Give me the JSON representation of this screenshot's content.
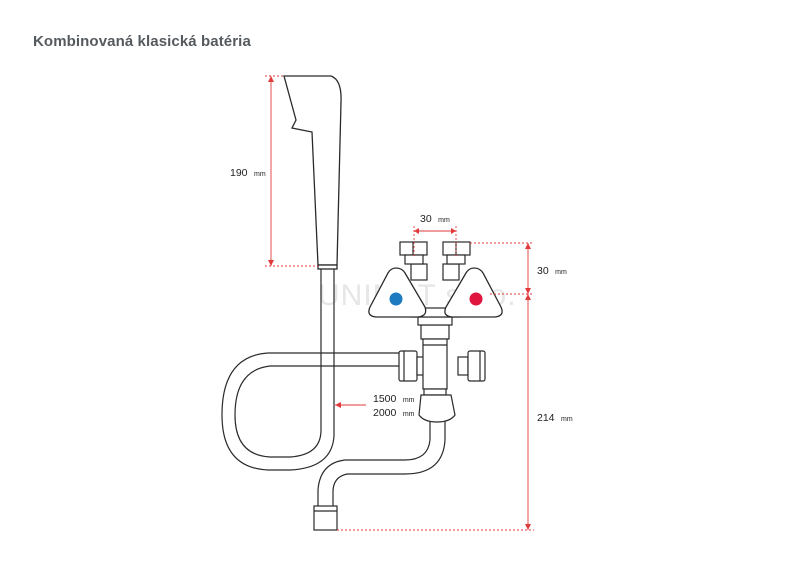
{
  "title": "Kombinovaná klasická batéria",
  "watermark": "UNIMAT s.r.o.",
  "colors": {
    "dimension": "#e23a3a",
    "cold": "#1e7bc0",
    "hot": "#e0163f",
    "line": "#2a2a2a"
  },
  "dimensions": {
    "handset_height": {
      "value": "190",
      "unit": "mm"
    },
    "connector_spacing": {
      "value": "30",
      "unit": "mm"
    },
    "connector_height": {
      "value": "30",
      "unit": "mm"
    },
    "hose_length_1": {
      "value": "1500",
      "unit": "mm"
    },
    "hose_length_2": {
      "value": "2000",
      "unit": "mm"
    },
    "total_height": {
      "value": "214",
      "unit": "mm"
    }
  },
  "handles": {
    "left": "cold-water-handle",
    "right": "hot-water-handle"
  }
}
